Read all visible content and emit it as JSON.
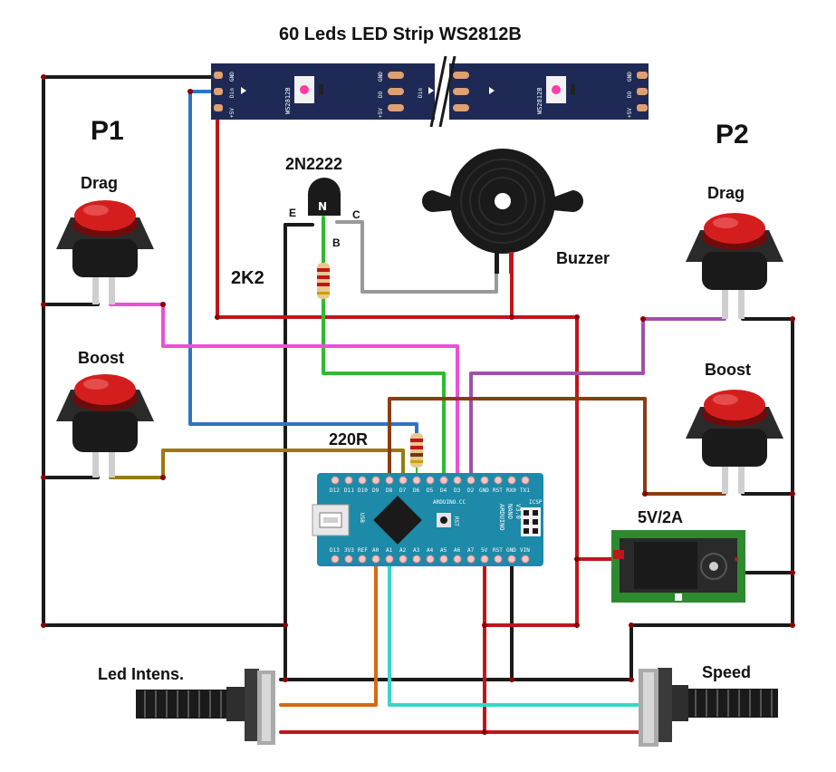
{
  "title": "60 Leds LED Strip WS2812B",
  "labels": {
    "p1": "P1",
    "p2": "P2",
    "p1_drag": "Drag",
    "p1_boost": "Boost",
    "p2_drag": "Drag",
    "p2_boost": "Boost",
    "transistor": "2N2222",
    "emitter": "E",
    "base": "B",
    "collector": "C",
    "resistor_base": "2K2",
    "resistor_data": "220R",
    "buzzer": "Buzzer",
    "power_jack": "5V/2A",
    "pot_left": "Led Intens.",
    "pot_right": "Speed"
  },
  "strip": {
    "chip_label": "WS2812B",
    "pins_left": [
      "GND",
      "Din",
      "+5V"
    ],
    "pins_right": [
      "GND",
      "DO",
      "+5V"
    ]
  },
  "arduino": {
    "top_pins": [
      "D12",
      "D11",
      "D10",
      "D9",
      "D8",
      "D7",
      "D6",
      "D5",
      "D4",
      "D3",
      "D2",
      "GND",
      "RST",
      "RX0",
      "TX1"
    ],
    "bottom_pins": [
      "D13",
      "3V3",
      "REF",
      "A0",
      "A1",
      "A2",
      "A3",
      "A4",
      "A5",
      "A6",
      "A7",
      "5V",
      "RST",
      "GND",
      "VIN"
    ],
    "board_text": [
      "ARDUINO.CC",
      "ARDUINO",
      "NANO",
      "V3.0",
      "ICSP",
      "RST",
      "USB"
    ]
  },
  "colors": {
    "wire_black": "#1a1a1a",
    "wire_red": "#c0161b",
    "wire_blue": "#2f73c9",
    "wire_green": "#2fbb2f",
    "wire_pink": "#ec4fd9",
    "wire_olive": "#9a7a10",
    "wire_purple": "#a050a8",
    "wire_brown": "#8a3d10",
    "wire_gray": "#999999",
    "wire_orange": "#d66a12",
    "wire_cyan": "#35d8c8",
    "strip_pcb": "#1e2a55",
    "arduino_pcb": "#1c8aa8",
    "button_red": "#d41e1e",
    "jack_pcb": "#2e8a2e"
  }
}
